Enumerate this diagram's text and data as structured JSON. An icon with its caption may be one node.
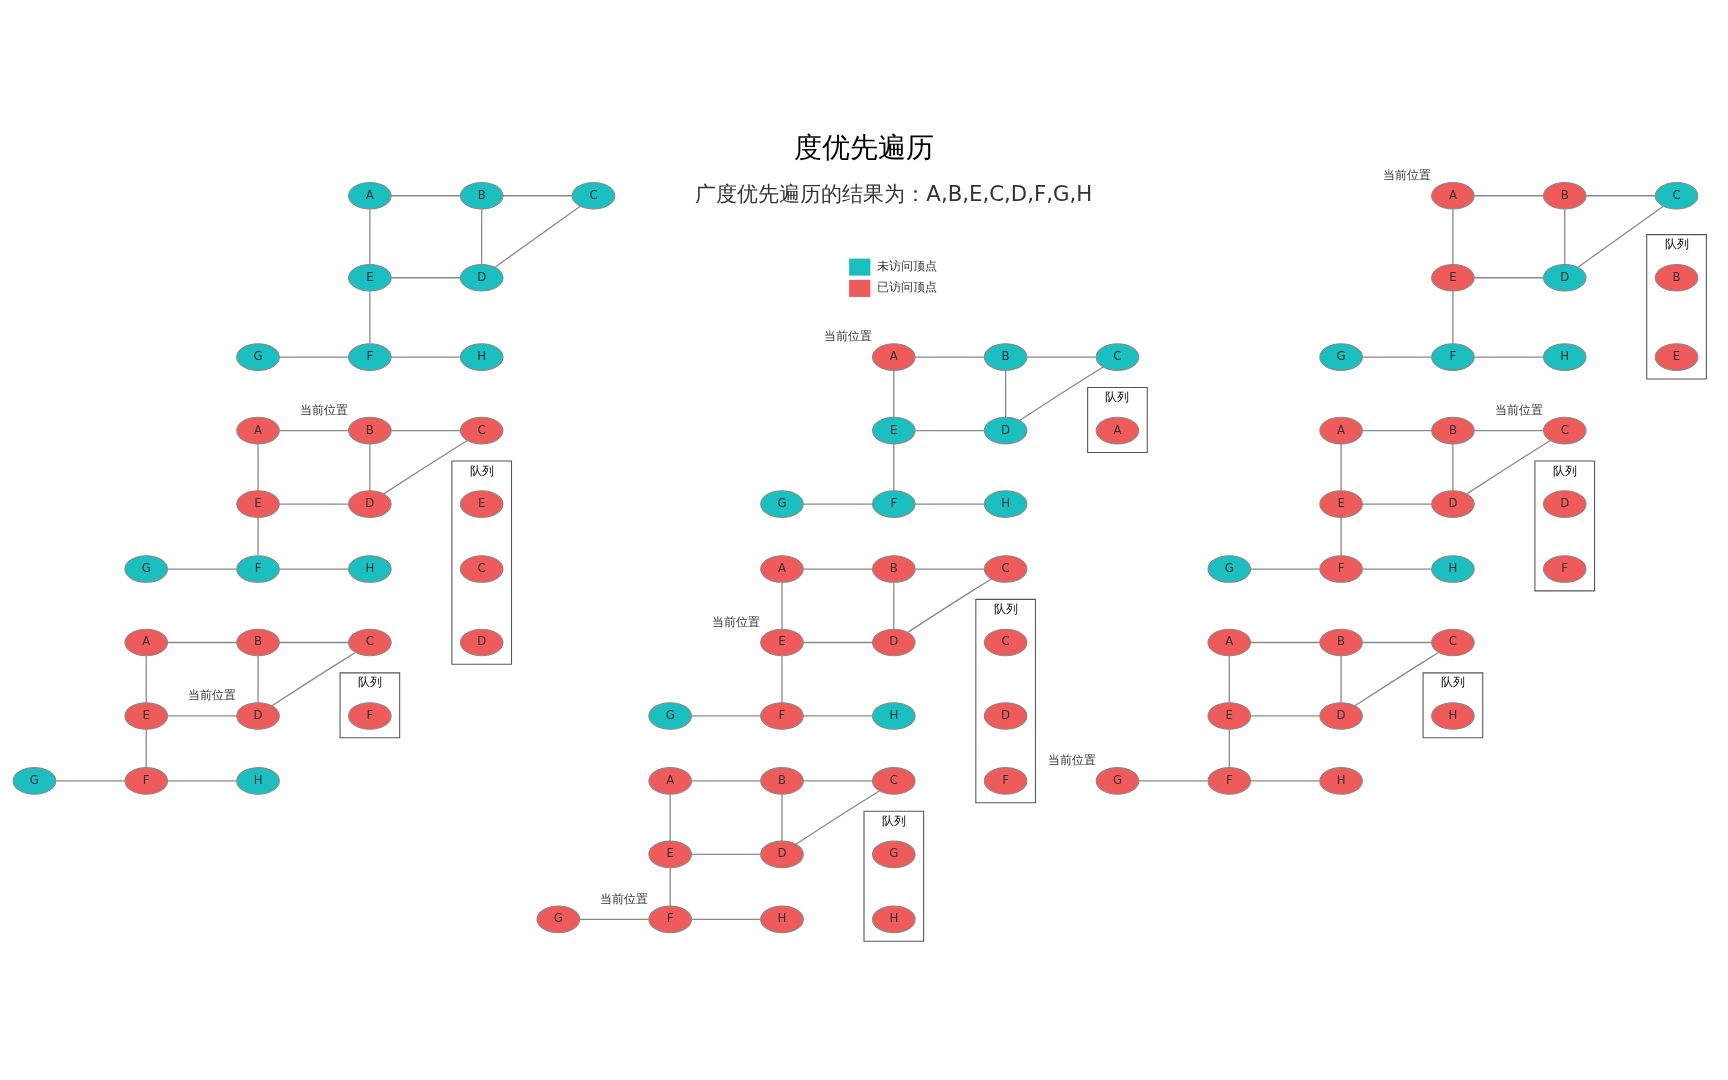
{
  "diagram": {
    "title": "度优先遍历",
    "nodes": [
      {
        "text": [
          "A"
        ]
      },
      {
        "text": [
          "B"
        ]
      },
      {
        "text": [
          "C"
        ]
      },
      {
        "text": [
          "E"
        ]
      },
      {
        "text": [
          "D"
        ]
      },
      {
        "text": [
          "G"
        ]
      },
      {
        "text": [
          "F"
        ]
      },
      {
        "text": [
          "H"
        ]
      },
      {
        "text": [
          "A"
        ],
        "beside": [
          "当前位置"
        ]
      },
      {
        "text": [
          "B"
        ]
      },
      {
        "text": [
          "C"
        ]
      },
      {
        "text": [
          "E"
        ]
      },
      {
        "text": [
          "D"
        ]
      },
      {
        "text": [
          "G"
        ]
      },
      {
        "text": [
          "F"
        ]
      },
      {
        "text": [
          "H"
        ]
      },
      {
        "text": [
          "队列"
        ]
      },
      {
        "text": [
          "A"
        ],
        "in": 16
      },
      {
        "text": [
          "A"
        ],
        "beside": [
          "当前位置"
        ]
      },
      {
        "text": [
          "B"
        ]
      },
      {
        "text": [
          "C"
        ]
      },
      {
        "text": [
          "E"
        ]
      },
      {
        "text": [
          "D"
        ]
      },
      {
        "text": [
          "G"
        ]
      },
      {
        "text": [
          "F"
        ]
      },
      {
        "text": [
          "H"
        ]
      },
      {
        "text": [
          "队列"
        ]
      },
      {
        "text": [
          "B"
        ],
        "in": 26
      },
      {
        "text": [
          "E"
        ],
        "in": 26
      },
      {
        "text": [
          "A"
        ]
      },
      {
        "text": [
          "B"
        ],
        "beside": [
          "当前位置"
        ]
      },
      {
        "text": [
          "C"
        ]
      },
      {
        "text": [
          "E"
        ]
      },
      {
        "text": [
          "D"
        ]
      },
      {
        "text": [
          "G"
        ]
      },
      {
        "text": [
          "F"
        ]
      },
      {
        "text": [
          "H"
        ]
      },
      {
        "text": [
          "队列"
        ]
      },
      {
        "text": [
          "E"
        ],
        "in": 37
      },
      {
        "text": [
          "C"
        ],
        "in": 37
      },
      {
        "text": [
          "D"
        ],
        "in": 37
      },
      {
        "text": [
          "A"
        ]
      },
      {
        "text": [
          "B"
        ]
      },
      {
        "text": [
          "C"
        ]
      },
      {
        "text": [
          "E"
        ],
        "beside": [
          "当前位置"
        ]
      },
      {
        "text": [
          "D"
        ]
      },
      {
        "text": [
          "G"
        ]
      },
      {
        "text": [
          "F"
        ]
      },
      {
        "text": [
          "H"
        ]
      },
      {
        "text": [
          "队列"
        ]
      },
      {
        "text": [
          "C"
        ],
        "in": 49
      },
      {
        "text": [
          "D"
        ],
        "in": 49
      },
      {
        "text": [
          "F"
        ],
        "in": 49
      },
      {
        "text": [
          "A"
        ]
      },
      {
        "text": [
          "B"
        ]
      },
      {
        "text": [
          "C"
        ],
        "beside": [
          "当前位置"
        ]
      },
      {
        "text": [
          "E"
        ]
      },
      {
        "text": [
          "D"
        ]
      },
      {
        "text": [
          "G"
        ]
      },
      {
        "text": [
          "F"
        ]
      },
      {
        "text": [
          "H"
        ]
      },
      {
        "text": [
          "队列"
        ]
      },
      {
        "text": [
          "D"
        ],
        "in": 61
      },
      {
        "text": [
          "F"
        ],
        "in": 61
      },
      {
        "text": [
          "A"
        ]
      },
      {
        "text": [
          "B"
        ]
      },
      {
        "text": [
          "C"
        ]
      },
      {
        "text": [
          "E"
        ]
      },
      {
        "text": [
          "D"
        ],
        "beside": [
          "当前位置"
        ]
      },
      {
        "text": [
          "G"
        ]
      },
      {
        "text": [
          "F"
        ]
      },
      {
        "text": [
          "H"
        ]
      },
      {
        "text": [
          "队列"
        ]
      },
      {
        "text": [
          "F"
        ],
        "in": 72
      },
      {
        "text": [
          "A"
        ]
      },
      {
        "text": [
          "B"
        ]
      },
      {
        "text": [
          "C"
        ]
      },
      {
        "text": [
          "E"
        ]
      },
      {
        "text": [
          "D"
        ]
      },
      {
        "text": [
          "G"
        ]
      },
      {
        "text": [
          "F"
        ],
        "beside": [
          "当前位置"
        ]
      },
      {
        "text": [
          "H"
        ]
      },
      {
        "text": [
          "队列"
        ]
      },
      {
        "text": [
          "G"
        ],
        "in": 82
      },
      {
        "text": [
          "H"
        ],
        "in": 82
      },
      {
        "text": [
          "A"
        ]
      },
      {
        "text": [
          "B"
        ]
      },
      {
        "text": [
          "C"
        ]
      },
      {
        "text": [
          "E"
        ]
      },
      {
        "text": [
          "D"
        ]
      },
      {
        "text": [
          "G"
        ],
        "beside": [
          "当前位置"
        ]
      },
      {
        "text": [
          "F"
        ]
      },
      {
        "text": [
          "H"
        ]
      },
      {
        "text": [
          "队列"
        ]
      },
      {
        "text": [
          "H"
        ],
        "in": 93
      }
    ],
    "edges": [
      {
        "from": 0,
        "to": 1,
        "arrow": "none"
      },
      {
        "from": 1,
        "to": 2,
        "arrow": "none"
      },
      {
        "from": 0,
        "to": 3,
        "arrow": "none"
      },
      {
        "from": 1,
        "to": 4,
        "arrow": "none"
      },
      {
        "from": 2,
        "to": 4,
        "arrow": "none"
      },
      {
        "from": 3,
        "to": 4,
        "arrow": "none"
      },
      {
        "from": 3,
        "to": 6,
        "arrow": "none"
      },
      {
        "from": 5,
        "to": 6,
        "arrow": "none"
      },
      {
        "from": 6,
        "to": 7,
        "arrow": "none"
      },
      {
        "from": 8,
        "to": 9,
        "arrow": "none"
      },
      {
        "from": 9,
        "to": 10,
        "arrow": "none"
      },
      {
        "from": 8,
        "to": 11,
        "arrow": "none"
      },
      {
        "from": 9,
        "to": 12,
        "arrow": "none"
      },
      {
        "from": 10,
        "to": 12,
        "arrow": "none"
      },
      {
        "from": 11,
        "to": 12,
        "arrow": "none"
      },
      {
        "from": 11,
        "to": 14,
        "arrow": "none"
      },
      {
        "from": 13,
        "to": 14,
        "arrow": "none"
      },
      {
        "from": 14,
        "to": 15,
        "arrow": "none"
      },
      {
        "from": 18,
        "to": 19,
        "arrow": "none"
      },
      {
        "from": 19,
        "to": 20,
        "arrow": "none"
      },
      {
        "from": 18,
        "to": 21,
        "arrow": "none"
      },
      {
        "from": 19,
        "to": 22,
        "arrow": "none"
      },
      {
        "from": 20,
        "to": 22,
        "arrow": "none"
      },
      {
        "from": 21,
        "to": 22,
        "arrow": "none"
      },
      {
        "from": 21,
        "to": 24,
        "arrow": "none"
      },
      {
        "from": 23,
        "to": 24,
        "arrow": "none"
      },
      {
        "from": 24,
        "to": 25,
        "arrow": "none"
      },
      {
        "from": 29,
        "to": 30,
        "arrow": "none"
      },
      {
        "from": 30,
        "to": 31,
        "arrow": "none"
      },
      {
        "from": 29,
        "to": 32,
        "arrow": "none"
      },
      {
        "from": 30,
        "to": 33,
        "arrow": "none"
      },
      {
        "from": 31,
        "to": 33,
        "arrow": "none"
      },
      {
        "from": 32,
        "to": 33,
        "arrow": "none"
      },
      {
        "from": 32,
        "to": 35,
        "arrow": "none"
      },
      {
        "from": 34,
        "to": 35,
        "arrow": "none"
      },
      {
        "from": 35,
        "to": 36,
        "arrow": "none"
      },
      {
        "from": 41,
        "to": 42,
        "arrow": "none"
      },
      {
        "from": 42,
        "to": 43,
        "arrow": "none"
      },
      {
        "from": 41,
        "to": 44,
        "arrow": "none"
      },
      {
        "from": 42,
        "to": 45,
        "arrow": "none"
      },
      {
        "from": 43,
        "to": 45,
        "arrow": "none"
      },
      {
        "from": 44,
        "to": 45,
        "arrow": "none"
      },
      {
        "from": 44,
        "to": 47,
        "arrow": "none"
      },
      {
        "from": 46,
        "to": 47,
        "arrow": "none"
      },
      {
        "from": 47,
        "to": 48,
        "arrow": "none"
      },
      {
        "from": 53,
        "to": 54,
        "arrow": "none"
      },
      {
        "from": 54,
        "to": 55,
        "arrow": "none"
      },
      {
        "from": 53,
        "to": 56,
        "arrow": "none"
      },
      {
        "from": 54,
        "to": 57,
        "arrow": "none"
      },
      {
        "from": 55,
        "to": 57,
        "arrow": "none"
      },
      {
        "from": 56,
        "to": 57,
        "arrow": "none"
      },
      {
        "from": 56,
        "to": 59,
        "arrow": "none"
      },
      {
        "from": 58,
        "to": 59,
        "arrow": "none"
      },
      {
        "from": 59,
        "to": 60,
        "arrow": "none"
      },
      {
        "from": 64,
        "to": 65,
        "arrow": "none"
      },
      {
        "from": 65,
        "to": 66,
        "arrow": "none"
      },
      {
        "from": 64,
        "to": 67,
        "arrow": "none"
      },
      {
        "from": 65,
        "to": 68,
        "arrow": "none"
      },
      {
        "from": 66,
        "to": 68,
        "arrow": "none"
      },
      {
        "from": 67,
        "to": 68,
        "arrow": "none"
      },
      {
        "from": 67,
        "to": 70,
        "arrow": "none"
      },
      {
        "from": 69,
        "to": 70,
        "arrow": "none"
      },
      {
        "from": 70,
        "to": 71,
        "arrow": "none"
      },
      {
        "from": 74,
        "to": 75,
        "arrow": "none"
      },
      {
        "from": 75,
        "to": 76,
        "arrow": "none"
      },
      {
        "from": 74,
        "to": 77,
        "arrow": "none"
      },
      {
        "from": 75,
        "to": 78,
        "arrow": "none"
      },
      {
        "from": 76,
        "to": 78,
        "arrow": "none"
      },
      {
        "from": 77,
        "to": 78,
        "arrow": "none"
      },
      {
        "from": 77,
        "to": 80,
        "arrow": "none"
      },
      {
        "from": 79,
        "to": 80,
        "arrow": "none"
      },
      {
        "from": 80,
        "to": 81,
        "arrow": "none"
      },
      {
        "from": 85,
        "to": 86,
        "arrow": "none"
      },
      {
        "from": 86,
        "to": 87,
        "arrow": "none"
      },
      {
        "from": 85,
        "to": 88,
        "arrow": "none"
      },
      {
        "from": 86,
        "to": 89,
        "arrow": "none"
      },
      {
        "from": 87,
        "to": 89,
        "arrow": "none"
      },
      {
        "from": 88,
        "to": 89,
        "arrow": "none"
      },
      {
        "from": 88,
        "to": 91,
        "arrow": "none"
      },
      {
        "from": 90,
        "to": 91,
        "arrow": "none"
      },
      {
        "from": 91,
        "to": 92,
        "arrow": "none"
      }
    ],
    "labels": [
      "广度优先遍历的结果为：A,B,E,C,D,F,G,H"
    ],
    "legend": [
      {
        "text": "未访问顶点",
        "color": "#1cbfc0"
      },
      {
        "text": "已访问顶点",
        "color": "#ef5b5b"
      }
    ]
  }
}
